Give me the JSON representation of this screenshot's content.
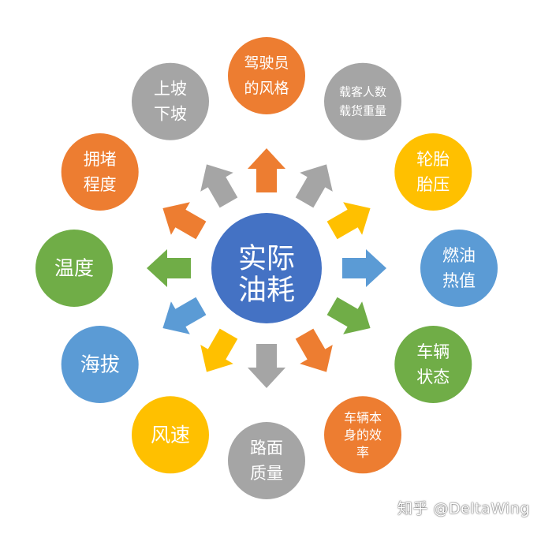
{
  "center": {
    "lines": [
      "实际",
      "油耗"
    ],
    "color": "#4472C4"
  },
  "colors": {
    "orange": "#ED7D31",
    "gray": "#A5A5A5",
    "yellow": "#FFC000",
    "blue": "#5B9BD5",
    "green": "#70AD47"
  },
  "factors": [
    {
      "id": "driver-style",
      "lines": [
        "驾驶员",
        "的风格"
      ],
      "color": "orange"
    },
    {
      "id": "load",
      "lines": [
        "载客人数",
        "载货重量"
      ],
      "color": "gray"
    },
    {
      "id": "tire-pressure",
      "lines": [
        "轮胎",
        "胎压"
      ],
      "color": "yellow"
    },
    {
      "id": "fuel-heat",
      "lines": [
        "燃油",
        "热值"
      ],
      "color": "blue"
    },
    {
      "id": "vehicle-condition",
      "lines": [
        "车辆",
        "状态"
      ],
      "color": "green"
    },
    {
      "id": "vehicle-efficiency",
      "lines": [
        "车辆本",
        "身的效",
        "率"
      ],
      "color": "orange"
    },
    {
      "id": "road-quality",
      "lines": [
        "路面",
        "质量"
      ],
      "color": "gray"
    },
    {
      "id": "wind-speed",
      "lines": [
        "风速"
      ],
      "color": "yellow"
    },
    {
      "id": "altitude",
      "lines": [
        "海拔"
      ],
      "color": "blue"
    },
    {
      "id": "temperature",
      "lines": [
        "温度"
      ],
      "color": "green"
    },
    {
      "id": "congestion",
      "lines": [
        "拥堵",
        "程度"
      ],
      "color": "orange"
    },
    {
      "id": "slope",
      "lines": [
        "上坡",
        "下坡"
      ],
      "color": "gray"
    }
  ],
  "watermark": "知乎 @DeltaWing"
}
